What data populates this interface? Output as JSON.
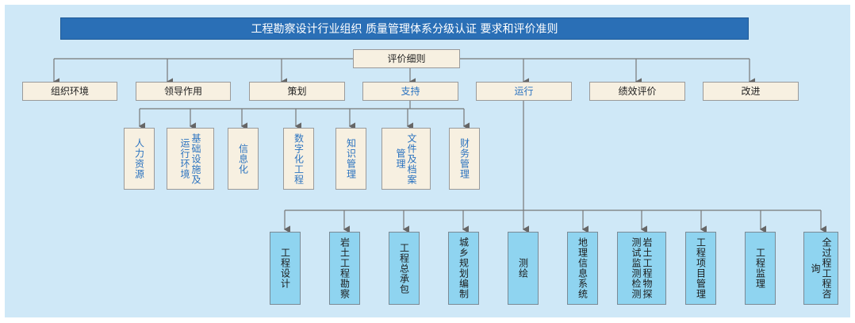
{
  "title": "工程勘察设计行业组织  质量管理体系分级认证  要求和评价准则",
  "root": "评价细则",
  "level1": [
    "组织环境",
    "领导作用",
    "策划",
    "支持",
    "运行",
    "绩效评价",
    "改进"
  ],
  "support_children": [
    "人力资源",
    "基础设施及运行环境",
    "信息化",
    "数字化工程",
    "知识管理",
    "文件及档案管理",
    "财务管理"
  ],
  "operation_children": [
    "工程设计",
    "岩土工程勘察",
    "工程总承包",
    "城乡规划编制",
    "测绘",
    "地理信息系统",
    "岩土工程物探测试监测检测",
    "工程项目管理",
    "工程监理",
    "全过程工程咨询"
  ],
  "colors": {
    "title_bg": "#2a6fb6",
    "canvas_bg": "#cfe8f7",
    "box_bg": "#f7f0e1",
    "operation_box_bg": "#8fd4f0",
    "highlight_text": "#2b73c0"
  }
}
